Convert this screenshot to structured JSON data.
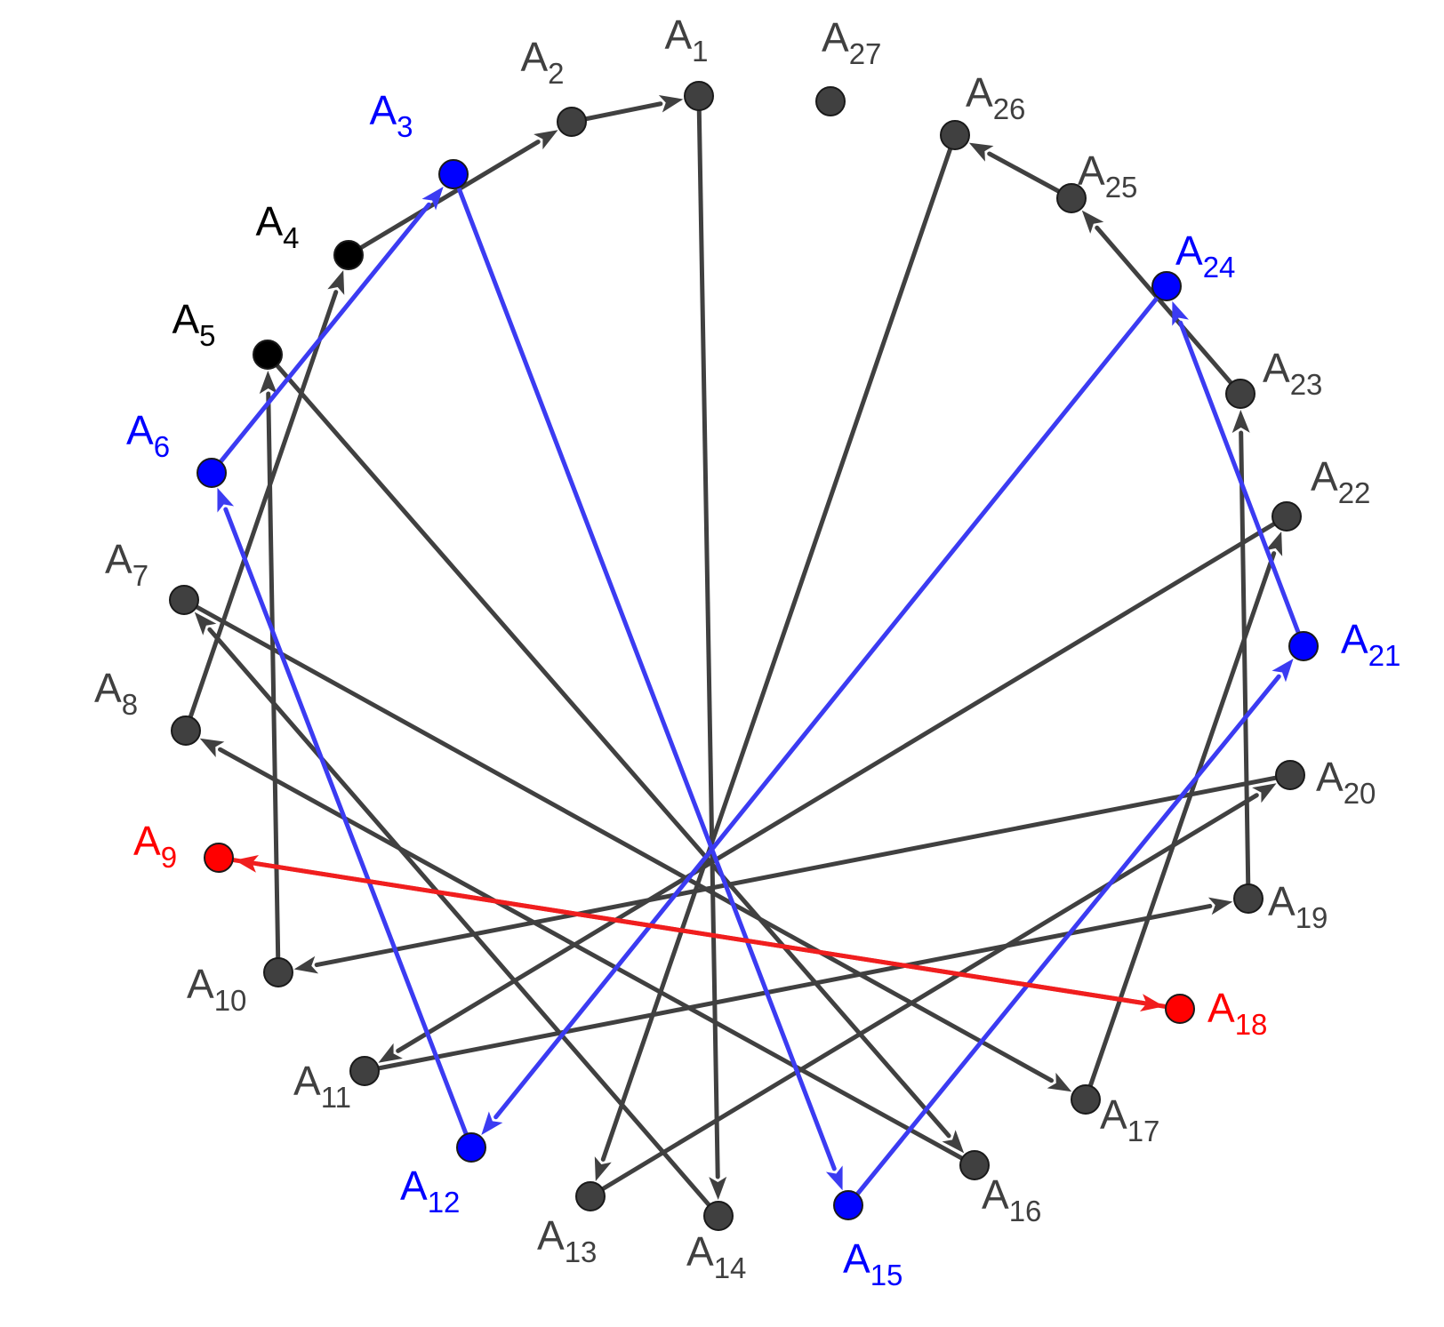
{
  "colors": {
    "default": "#404040",
    "black_point": "#000000",
    "blue": "#0000ff",
    "blue_edge": "#3b3bf2",
    "red": "#ff0000",
    "red_edge": "#f01e1e"
  },
  "points": [
    {
      "id": "A1",
      "letter": "A",
      "index": "1",
      "color": "default"
    },
    {
      "id": "A2",
      "letter": "A",
      "index": "2",
      "color": "default"
    },
    {
      "id": "A3",
      "letter": "A",
      "index": "3",
      "color": "blue"
    },
    {
      "id": "A4",
      "letter": "A",
      "index": "4",
      "color": "black"
    },
    {
      "id": "A5",
      "letter": "A",
      "index": "5",
      "color": "black"
    },
    {
      "id": "A6",
      "letter": "A",
      "index": "6",
      "color": "blue"
    },
    {
      "id": "A7",
      "letter": "A",
      "index": "7",
      "color": "default"
    },
    {
      "id": "A8",
      "letter": "A",
      "index": "8",
      "color": "default"
    },
    {
      "id": "A9",
      "letter": "A",
      "index": "9",
      "color": "red"
    },
    {
      "id": "A10",
      "letter": "A",
      "index": "10",
      "color": "default"
    },
    {
      "id": "A11",
      "letter": "A",
      "index": "11",
      "color": "default"
    },
    {
      "id": "A12",
      "letter": "A",
      "index": "12",
      "color": "blue"
    },
    {
      "id": "A13",
      "letter": "A",
      "index": "13",
      "color": "default"
    },
    {
      "id": "A14",
      "letter": "A",
      "index": "14",
      "color": "default"
    },
    {
      "id": "A15",
      "letter": "A",
      "index": "15",
      "color": "blue"
    },
    {
      "id": "A16",
      "letter": "A",
      "index": "16",
      "color": "default"
    },
    {
      "id": "A17",
      "letter": "A",
      "index": "17",
      "color": "default"
    },
    {
      "id": "A18",
      "letter": "A",
      "index": "18",
      "color": "red"
    },
    {
      "id": "A19",
      "letter": "A",
      "index": "19",
      "color": "default"
    },
    {
      "id": "A20",
      "letter": "A",
      "index": "20",
      "color": "default"
    },
    {
      "id": "A21",
      "letter": "A",
      "index": "21",
      "color": "blue"
    },
    {
      "id": "A22",
      "letter": "A",
      "index": "22",
      "color": "default"
    },
    {
      "id": "A23",
      "letter": "A",
      "index": "23",
      "color": "default"
    },
    {
      "id": "A24",
      "letter": "A",
      "index": "24",
      "color": "blue"
    },
    {
      "id": "A25",
      "letter": "A",
      "index": "25",
      "color": "default"
    },
    {
      "id": "A26",
      "letter": "A",
      "index": "26",
      "color": "default"
    },
    {
      "id": "A27",
      "letter": "A",
      "index": "27",
      "color": "default"
    }
  ],
  "edges": [
    {
      "from": "A1",
      "to": "A14",
      "color": "default"
    },
    {
      "from": "A2",
      "to": "A1",
      "color": "default"
    },
    {
      "from": "A4",
      "to": "A2",
      "color": "default"
    },
    {
      "from": "A5",
      "to": "A16",
      "color": "default"
    },
    {
      "from": "A7",
      "to": "A17",
      "color": "default"
    },
    {
      "from": "A8",
      "to": "A4",
      "color": "default"
    },
    {
      "from": "A10",
      "to": "A5",
      "color": "default"
    },
    {
      "from": "A11",
      "to": "A19",
      "color": "default"
    },
    {
      "from": "A13",
      "to": "A20",
      "color": "default"
    },
    {
      "from": "A14",
      "to": "A7",
      "color": "default"
    },
    {
      "from": "A16",
      "to": "A8",
      "color": "default"
    },
    {
      "from": "A17",
      "to": "A22",
      "color": "default"
    },
    {
      "from": "A19",
      "to": "A23",
      "color": "default"
    },
    {
      "from": "A20",
      "to": "A10",
      "color": "default"
    },
    {
      "from": "A22",
      "to": "A11",
      "color": "default"
    },
    {
      "from": "A23",
      "to": "A25",
      "color": "default"
    },
    {
      "from": "A25",
      "to": "A26",
      "color": "default"
    },
    {
      "from": "A26",
      "to": "A13",
      "color": "default"
    },
    {
      "from": "A3",
      "to": "A15",
      "color": "blue"
    },
    {
      "from": "A6",
      "to": "A3",
      "color": "blue"
    },
    {
      "from": "A12",
      "to": "A6",
      "color": "blue"
    },
    {
      "from": "A15",
      "to": "A21",
      "color": "blue"
    },
    {
      "from": "A21",
      "to": "A24",
      "color": "blue"
    },
    {
      "from": "A24",
      "to": "A12",
      "color": "blue"
    },
    {
      "from": "A18",
      "to": "A9",
      "color": "red"
    },
    {
      "from": "A9",
      "to": "A18",
      "color": "red"
    }
  ]
}
